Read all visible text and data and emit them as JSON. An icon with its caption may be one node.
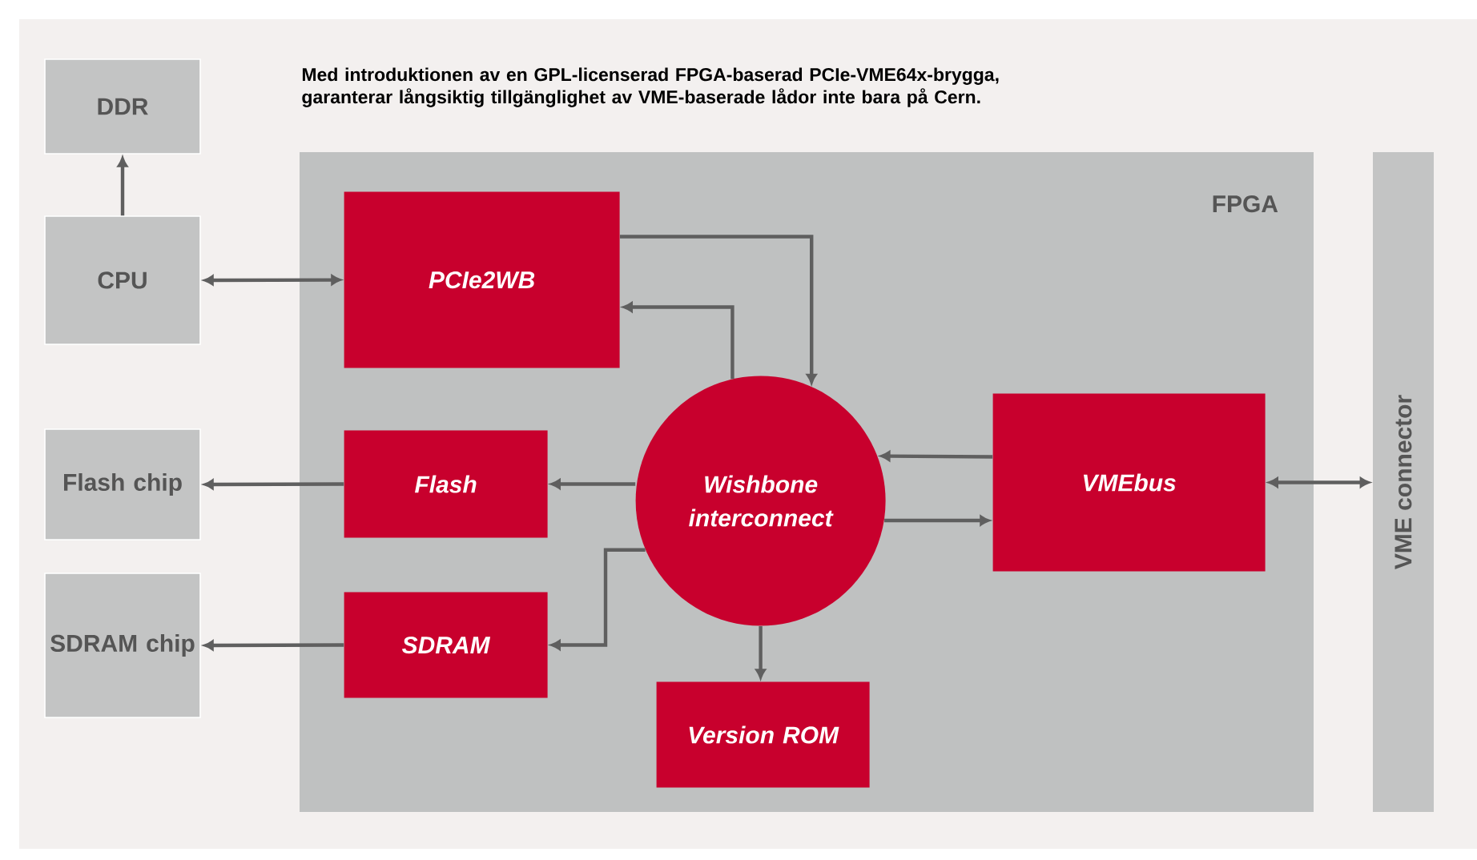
{
  "diagram": {
    "title": "Med introduktionen av en GPL-licenserad FPGA-baserad PCIe-VME64x-brygga, garanterar långsiktig tillgänglighet av VME-baserade lådor inte bara på Cern.",
    "nodes": [
      {
        "text": [
          "DDR"
        ]
      },
      {
        "text": [
          "CPU"
        ]
      },
      {
        "text": [
          "Flash chip"
        ]
      },
      {
        "text": [
          "SDRAM chip"
        ]
      },
      {
        "text": [
          "FPGA"
        ]
      },
      {
        "text": [
          "PCIe2WB"
        ],
        "in": 4
      },
      {
        "text": [
          "Wishbone interconnect"
        ],
        "in": 4
      },
      {
        "text": [
          "Flash"
        ],
        "in": 4
      },
      {
        "text": [
          "VMEbus"
        ],
        "in": 4
      },
      {
        "text": [
          "SDRAM"
        ],
        "in": 4
      },
      {
        "text": [
          "Version ROM"
        ],
        "in": 4
      },
      {
        "text": [
          "VME connector"
        ]
      }
    ],
    "edges": [
      {
        "from": 1,
        "to": 0,
        "arrow": "to"
      },
      {
        "from": 1,
        "to": 5,
        "arrow": "both"
      },
      {
        "from": 5,
        "to": 6,
        "arrow": "to"
      },
      {
        "from": 6,
        "to": 5,
        "arrow": "to"
      },
      {
        "from": 6,
        "to": 7,
        "arrow": "to"
      },
      {
        "from": 7,
        "to": 2,
        "arrow": "to"
      },
      {
        "from": 8,
        "to": 6,
        "arrow": "to"
      },
      {
        "from": 6,
        "to": 8,
        "arrow": "to"
      },
      {
        "from": 8,
        "to": 11,
        "arrow": "both"
      },
      {
        "from": 6,
        "to": 9,
        "arrow": "to"
      },
      {
        "from": 9,
        "to": 3,
        "arrow": "to"
      },
      {
        "from": 6,
        "to": 10,
        "arrow": "to"
      }
    ]
  }
}
